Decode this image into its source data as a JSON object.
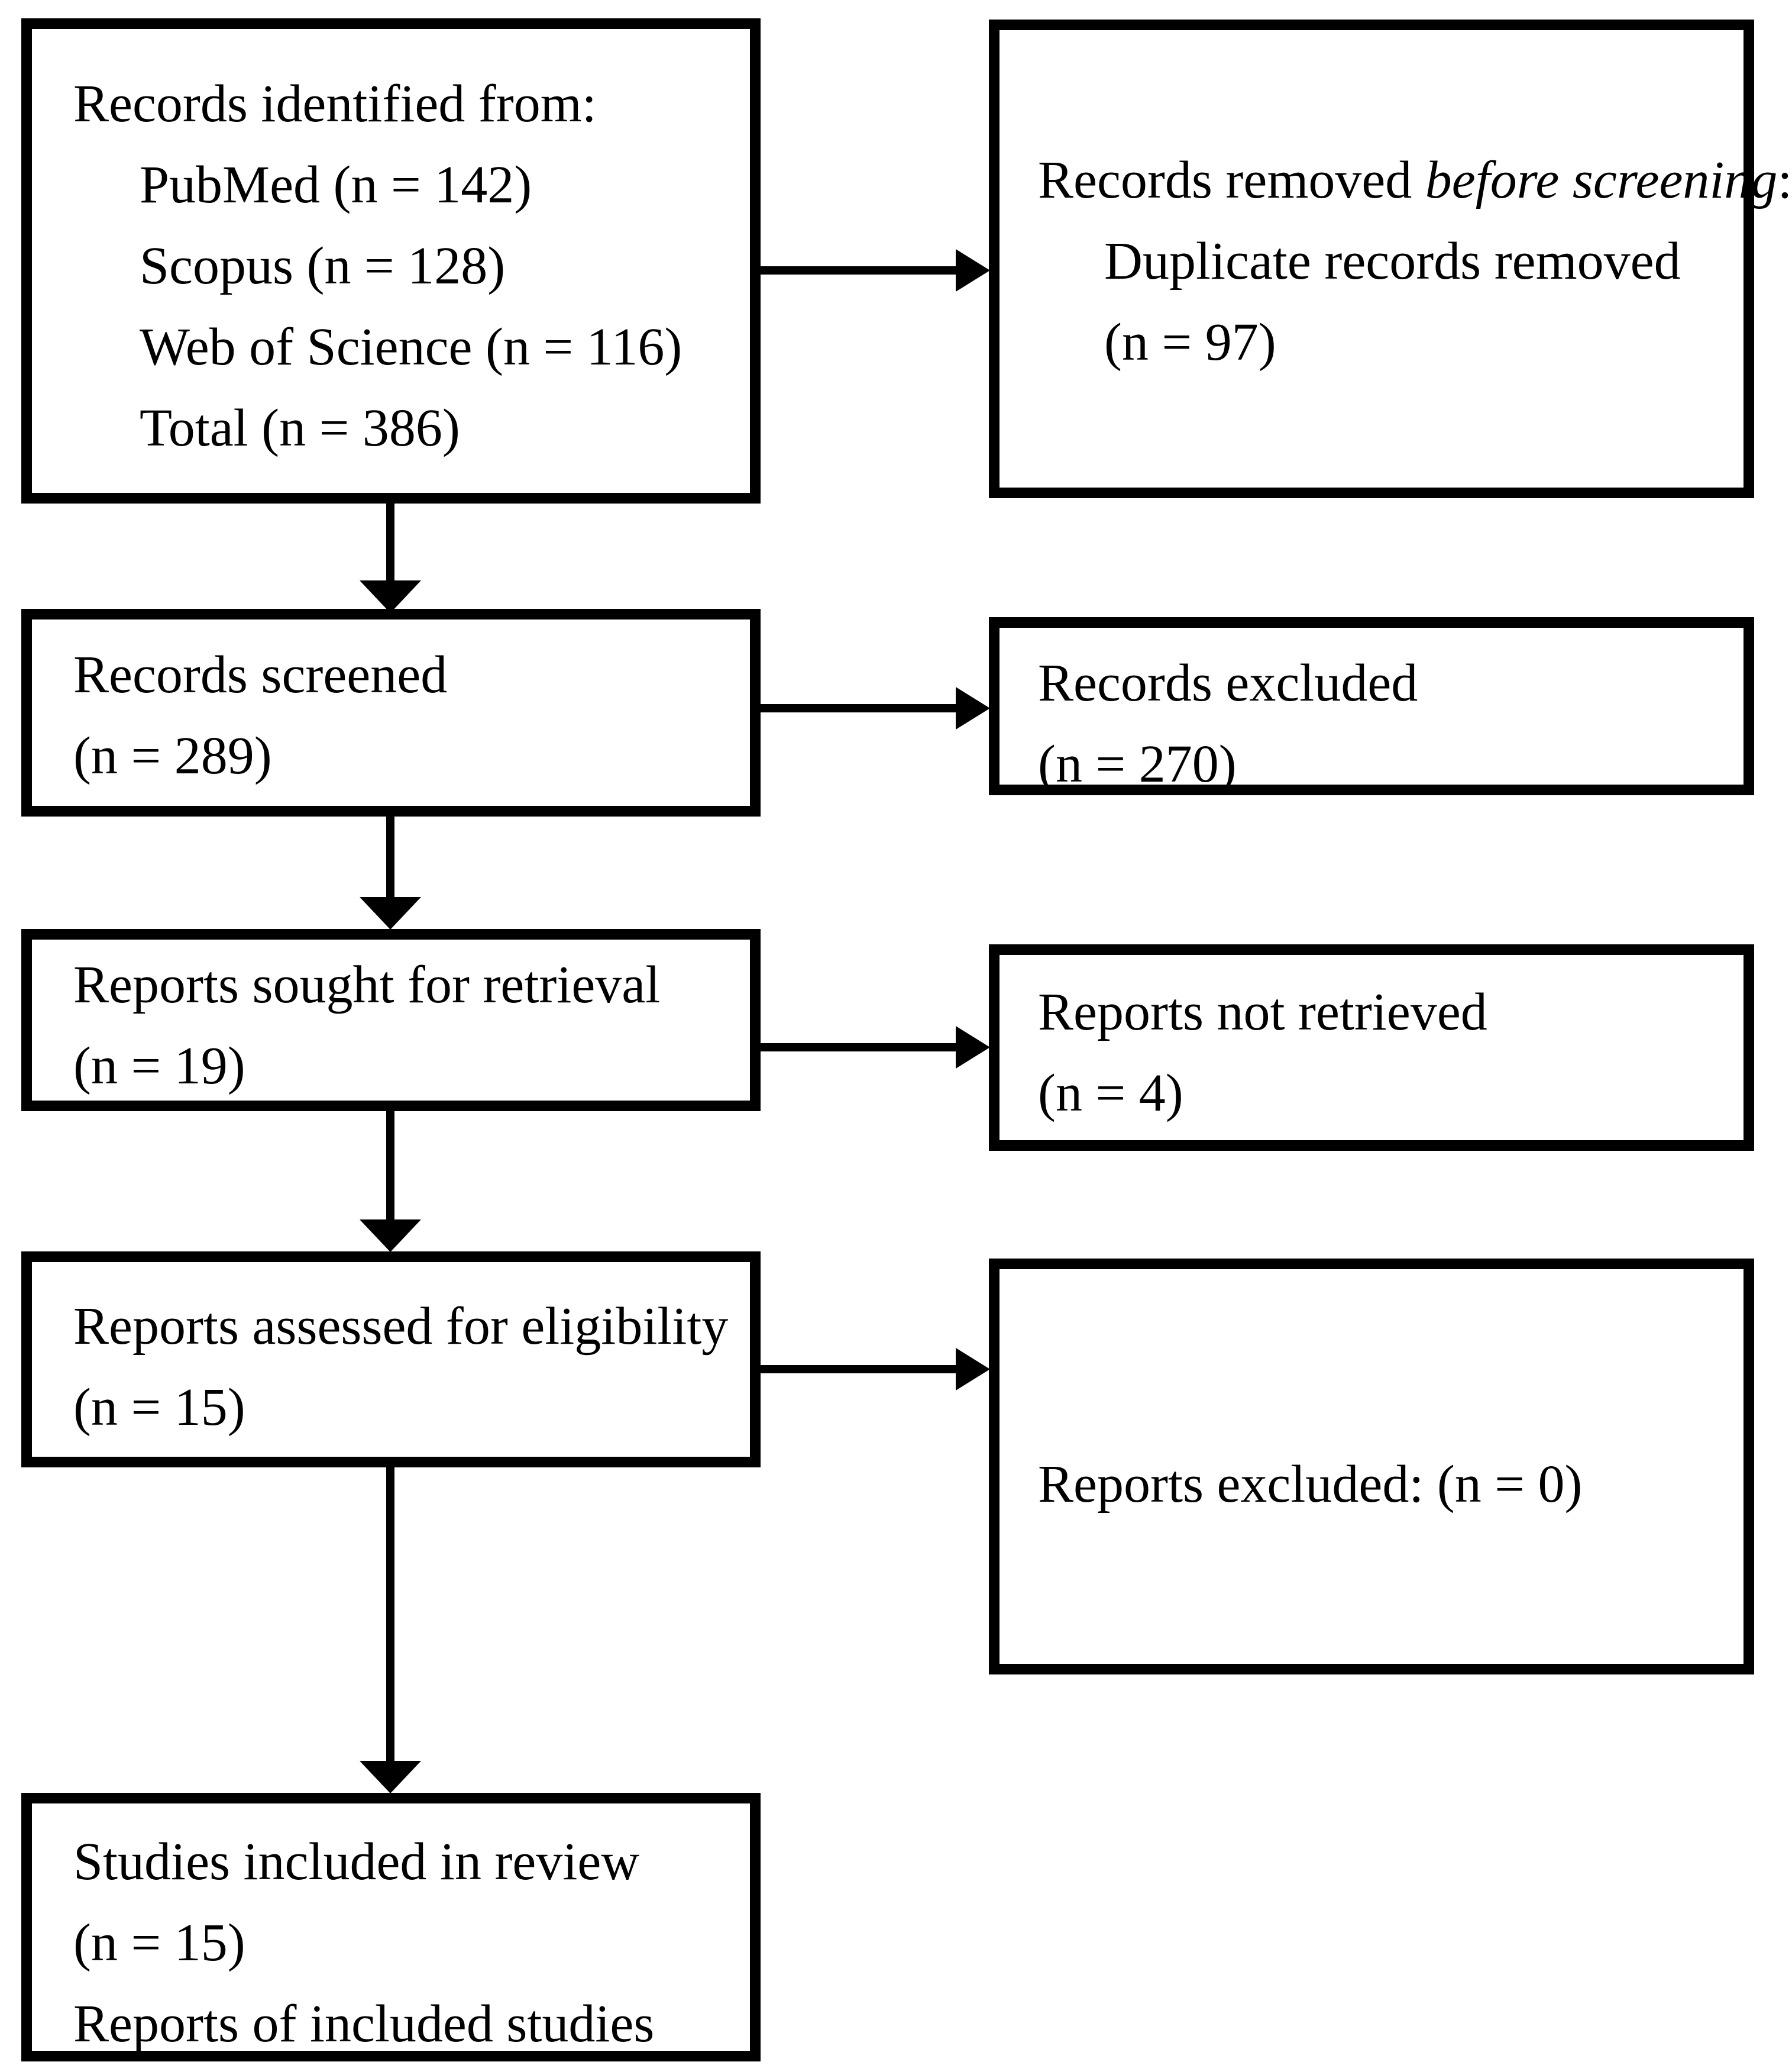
{
  "diagram": {
    "type": "prisma-flow",
    "colors": {
      "line": "#000000",
      "background": "#ffffff"
    },
    "boxes": {
      "identification": {
        "title": "Records identified from:",
        "items": [
          "PubMed (n = 142)",
          "Scopus (n = 128)",
          "Web of Science (n = 116)",
          "Total (n = 386)"
        ]
      },
      "removed": {
        "line1_prefix": "Records removed ",
        "line1_italic": "before screening",
        "line1_suffix": ":",
        "items": [
          "Duplicate records removed",
          "(n = 97)"
        ]
      },
      "screened": {
        "lines": [
          "Records screened",
          "(n = 289)"
        ]
      },
      "excluded": {
        "lines": [
          "Records excluded",
          "(n = 270)"
        ]
      },
      "sought": {
        "lines": [
          "Reports sought for retrieval",
          "(n = 19)"
        ]
      },
      "not_retrieved": {
        "lines": [
          "Reports not retrieved",
          "(n = 4)"
        ]
      },
      "assessed": {
        "lines": [
          "Reports assessed for eligibility",
          "(n = 15)"
        ]
      },
      "reports_excluded": {
        "lines": [
          "Reports excluded: (n = 0)"
        ]
      },
      "included": {
        "lines": [
          "Studies included in review",
          "(n = 15)",
          "Reports of included studies"
        ]
      }
    }
  }
}
